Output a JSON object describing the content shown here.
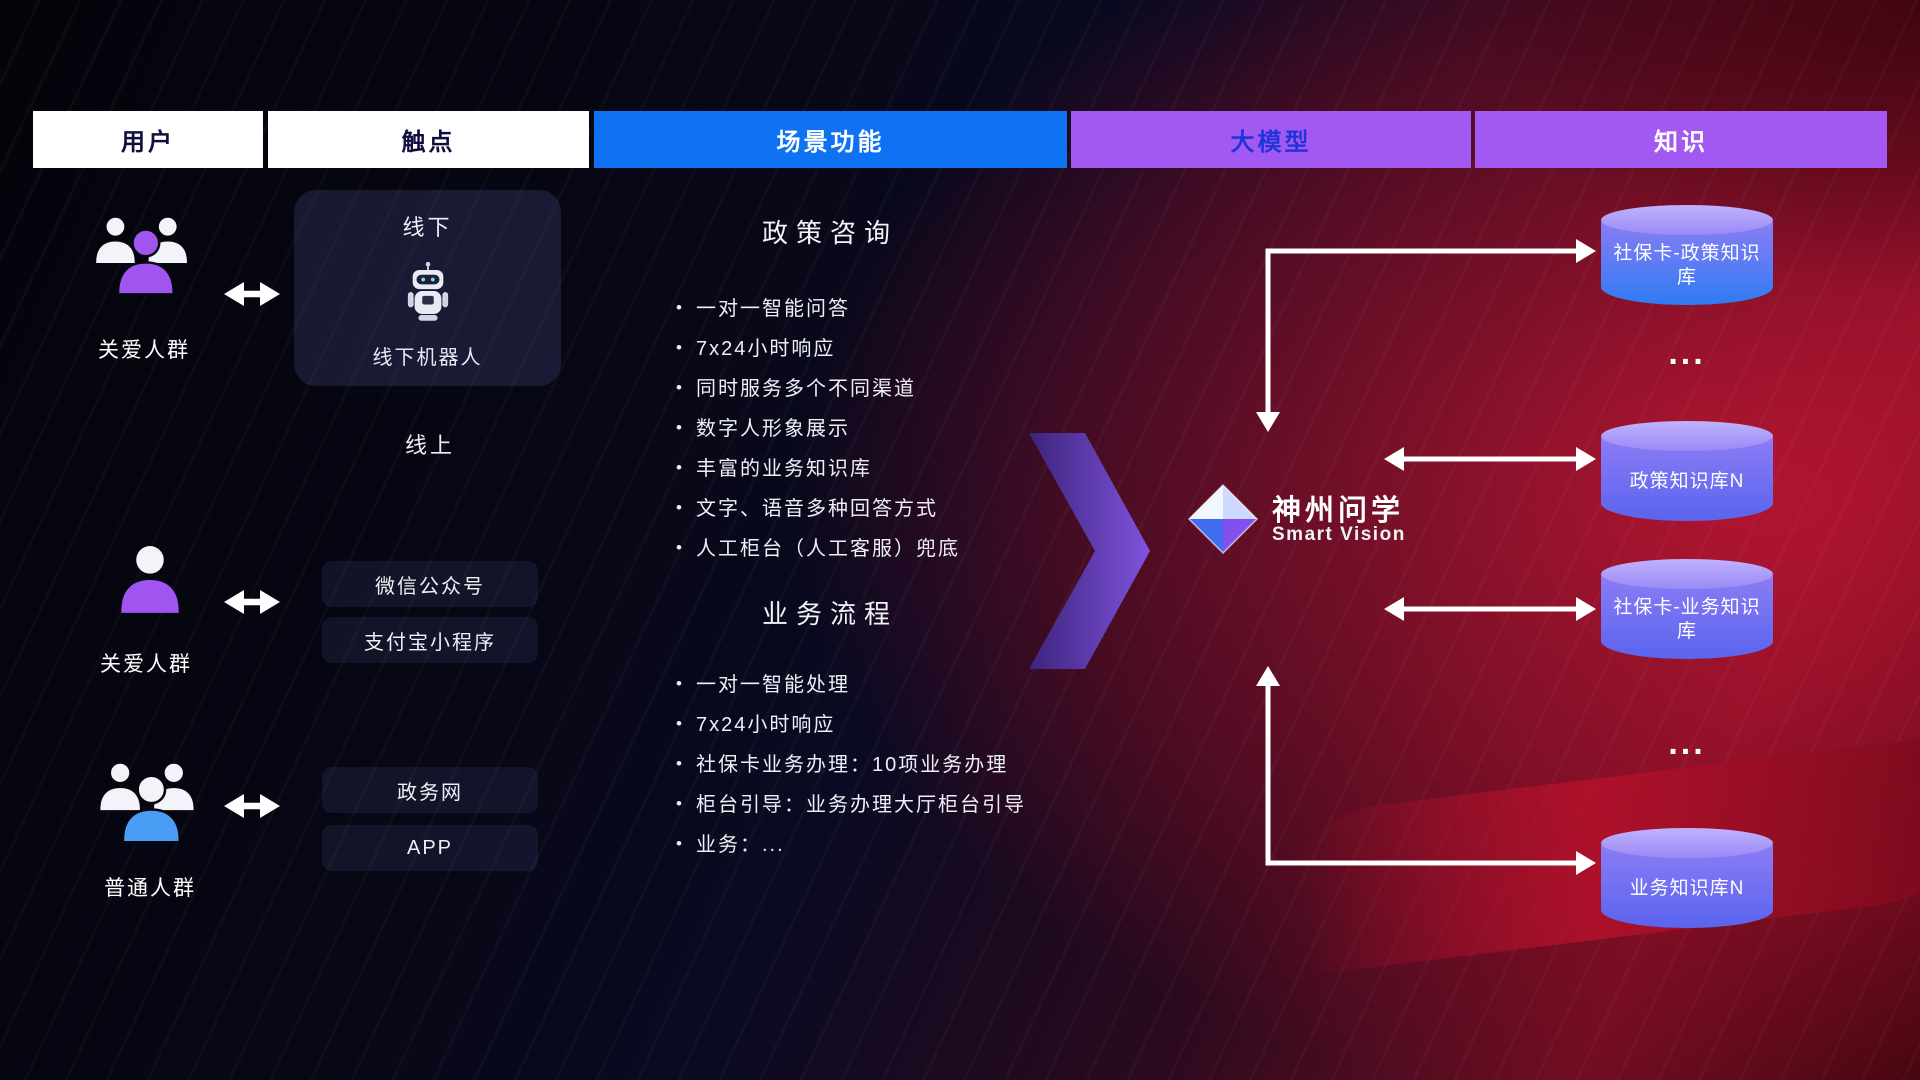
{
  "header": {
    "columns": [
      {
        "label": "用户",
        "bg": "#ffffff",
        "text_color": "#10103f"
      },
      {
        "label": "触点",
        "bg": "#ffffff",
        "text_color": "#10103f"
      },
      {
        "label": "场景功能",
        "bg": "#0e72f2",
        "text_color": "#ffffff"
      },
      {
        "label": "大模型",
        "bg": "#a259f2",
        "text_color": "#2433d8"
      },
      {
        "label": "知识",
        "bg": "#a259f2",
        "text_color": "#ffffff"
      }
    ]
  },
  "users": [
    {
      "label": "关爱人群",
      "icon": "people-group-icon",
      "accent": "#a055f0"
    },
    {
      "label": "关爱人群",
      "icon": "person-icon",
      "accent": "#a055f0"
    },
    {
      "label": "普通人群",
      "icon": "people-group-icon",
      "accent": "#4a9df5"
    }
  ],
  "touchpoints": {
    "offline": {
      "title": "线下",
      "robot_icon": "robot-icon",
      "label": "线下机器人"
    },
    "online_title": "线上",
    "online_channels": [
      "微信公众号",
      "支付宝小程序"
    ],
    "gov_channels": [
      "政务网",
      "APP"
    ]
  },
  "scenario": {
    "policy": {
      "title": "政策咨询",
      "items": [
        "一对一智能问答",
        "7x24小时响应",
        "同时服务多个不同渠道",
        "数字人形象展示",
        "丰富的业务知识库",
        "文字、语音多种回答方式",
        "人工柜台（人工客服）兜底"
      ]
    },
    "business": {
      "title": "业务流程",
      "items": [
        "一对一智能处理",
        "7x24小时响应",
        "社保卡业务办理：10项业务办理",
        "柜台引导：业务办理大厅柜台引导",
        "业务：..."
      ]
    }
  },
  "model": {
    "logo_icon": "diamond-logo-icon",
    "name": "神州问学",
    "subtitle": "Smart Vision"
  },
  "knowledge": {
    "ellipsis": "...",
    "bases": [
      {
        "label": "社保卡-政策知识库",
        "style": "blue"
      },
      {
        "label": "政策知识库N",
        "style": "purple"
      },
      {
        "label": "社保卡-业务知识库",
        "style": "purple"
      },
      {
        "label": "业务知识库N",
        "style": "purple"
      }
    ]
  },
  "colors": {
    "blue_header": "#0e72f2",
    "purple_header": "#a259f2",
    "cylinder_top": "#b3a4fa",
    "cylinder_body_from": "#8d7df5",
    "cylinder_body_to": "#5a64ee",
    "cylinder_body_blue_to": "#2f7bf2",
    "connector_arrow": "#ffffff",
    "big_arrow_from": "#3c2580",
    "big_arrow_to": "#8257e8",
    "background_right_red": "#b5112b"
  }
}
